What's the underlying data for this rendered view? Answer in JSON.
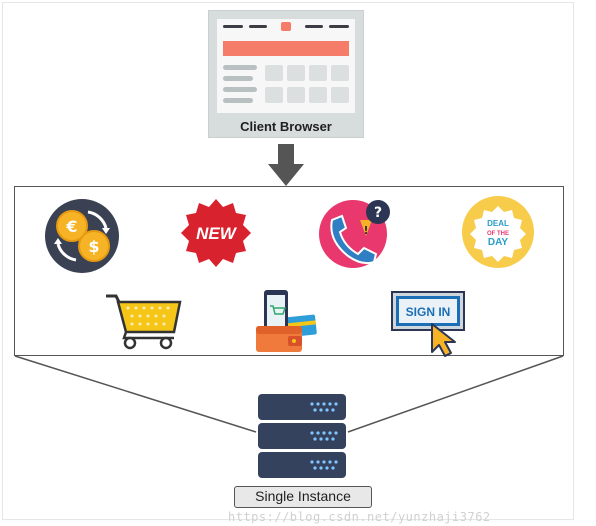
{
  "diagram": {
    "client_label": "Client Browser",
    "instance_label": "Single Instance",
    "new_badge_text": "NEW",
    "deal_badge_lines": [
      "DEAL",
      "OF THE",
      "DAY"
    ],
    "sign_in_text": "SIGN IN",
    "watermark": "https://blog.csdn.net/yunzhaji3762"
  },
  "colors": {
    "accent_orange": "#f47c68",
    "arrow_gray": "#555555",
    "server_navy": "#34425e",
    "server_led": "#7fc6ff",
    "coin_gold": "#f5b325",
    "new_red": "#d8222e",
    "phone_pink": "#e8386d",
    "deal_yellow": "#f6cc4a",
    "signin_blue": "#1b6fb6"
  },
  "icons": [
    "currency-exchange-icon",
    "new-badge-icon",
    "phone-support-icon",
    "deal-of-the-day-icon",
    "shopping-cart-icon",
    "mobile-wallet-icon",
    "sign-in-icon"
  ]
}
